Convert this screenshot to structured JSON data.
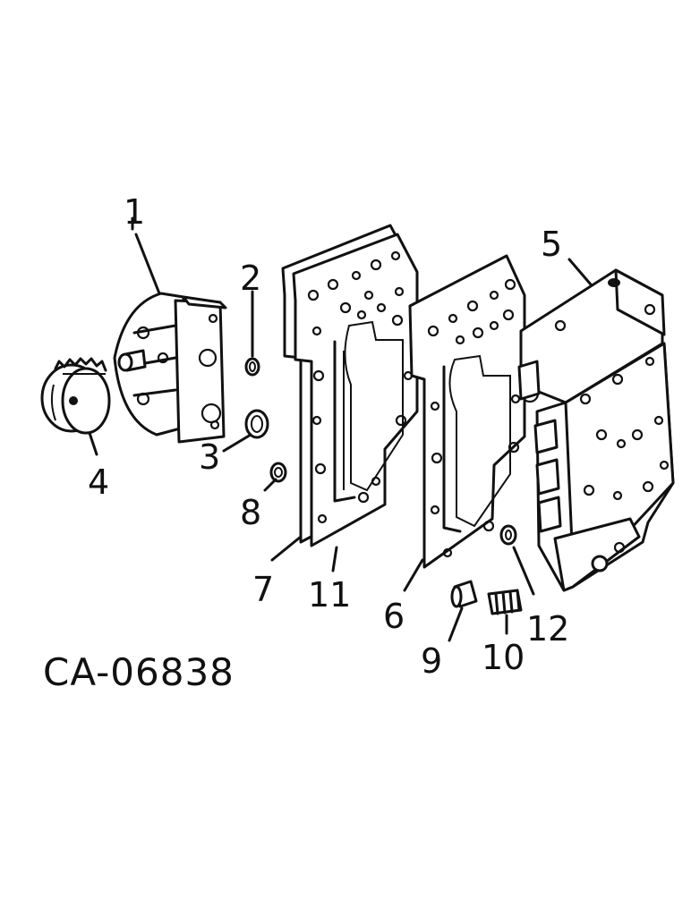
{
  "drawing_code": "CA-06838",
  "callouts": {
    "c1": "1",
    "c2": "2",
    "c3": "3",
    "c4": "4",
    "c5": "5",
    "c6": "6",
    "c7": "7",
    "c8": "8",
    "c9": "9",
    "c10": "10",
    "c11": "11",
    "c12": "12"
  }
}
